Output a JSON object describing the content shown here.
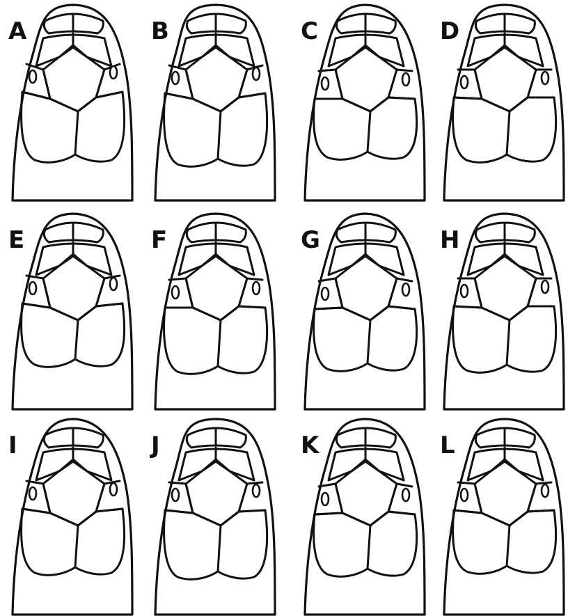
{
  "figure": {
    "panels": [
      {
        "label": "A"
      },
      {
        "label": "B"
      },
      {
        "label": "C"
      },
      {
        "label": "D"
      },
      {
        "label": "E"
      },
      {
        "label": "F"
      },
      {
        "label": "G"
      },
      {
        "label": "H"
      },
      {
        "label": "I"
      },
      {
        "label": "J"
      },
      {
        "label": "K"
      },
      {
        "label": "L"
      }
    ],
    "colors": {
      "ink": "#111111",
      "paper": "#ffffff"
    },
    "icons": {
      "head": "snake-head-dorsal-scales-icon"
    }
  }
}
